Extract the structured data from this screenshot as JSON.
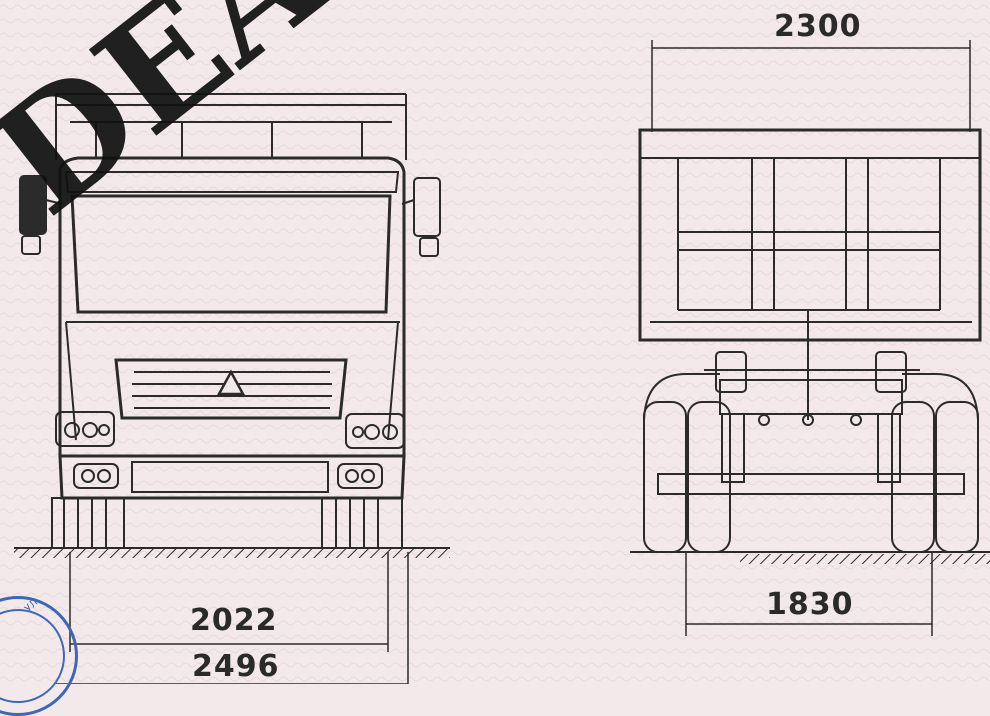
{
  "watermark": {
    "text": "DEALER",
    "color": "#111111"
  },
  "stamp": {
    "text": "УЛИРО",
    "color": "#3f67b4"
  },
  "front_view": {
    "dim_inner_track": "2022",
    "dim_overall_width": "2496"
  },
  "rear_view": {
    "dim_body_width": "2300",
    "dim_rear_track": "1830"
  },
  "colors": {
    "background": "#f3e9ea",
    "line": "#2b2b2b"
  }
}
